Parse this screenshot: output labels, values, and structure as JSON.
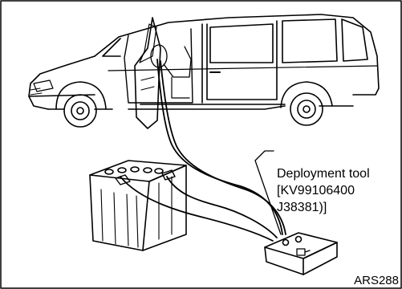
{
  "callout": {
    "line1": "Deployment tool",
    "line2": "[KV99106400",
    "line3": "J38381)]"
  },
  "figure_code": "ARS288",
  "colors": {
    "line": "#000000",
    "background": "#ffffff"
  }
}
